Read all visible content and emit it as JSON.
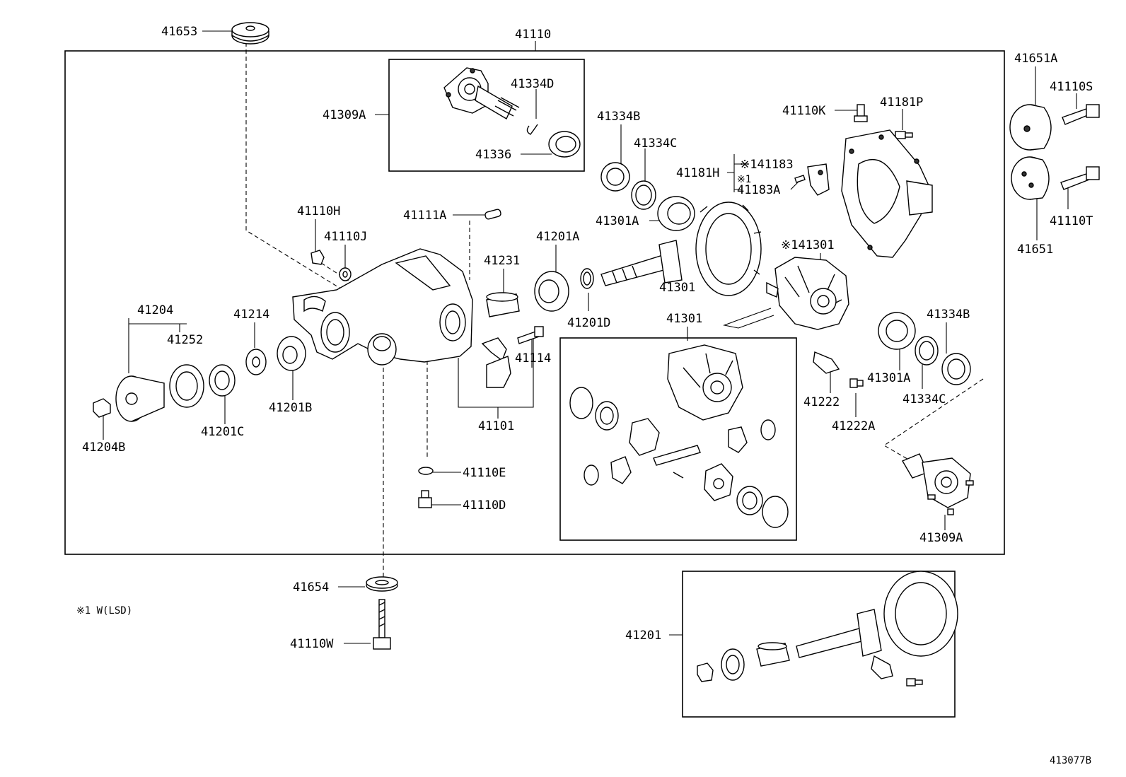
{
  "diagram_code": "413077B",
  "footnote": "※1 W(LSD)",
  "labels": {
    "p41653": "41653",
    "p41110": "41110",
    "p41309A_top": "41309A",
    "p41334D": "41334D",
    "p41336": "41336",
    "p41334B_top": "41334B",
    "p41334C_top": "41334C",
    "p41110K": "41110K",
    "p41181P": "41181P",
    "p41651A": "41651A",
    "p41110S": "41110S",
    "p41181H": "41181H",
    "p41183": "※141183",
    "p41183A": "41183A",
    "p41183A_mark": "※1",
    "p41110T": "41110T",
    "p41651": "41651",
    "p41110H": "41110H",
    "p41111A": "41111A",
    "p41110J": "41110J",
    "p41301A_top": "41301A",
    "p41201A": "41201A",
    "p41231": "41231",
    "p41301_lsd": "※141301",
    "p41301_pinion": "41301",
    "p41204": "41204",
    "p41214": "41214",
    "p41252": "41252",
    "p41201D": "41201D",
    "p41301_box": "41301",
    "p41114": "41114",
    "p41334B_right": "41334B",
    "p41301A_right": "41301A",
    "p41222": "41222",
    "p41334C_right": "41334C",
    "p41201B": "41201B",
    "p41201C": "41201C",
    "p41222A": "41222A",
    "p41101": "41101",
    "p41204B": "41204B",
    "p41110E": "41110E",
    "p41110D": "41110D",
    "p41309A_right": "41309A",
    "p41654": "41654",
    "p41201": "41201",
    "p41110W": "41110W"
  }
}
